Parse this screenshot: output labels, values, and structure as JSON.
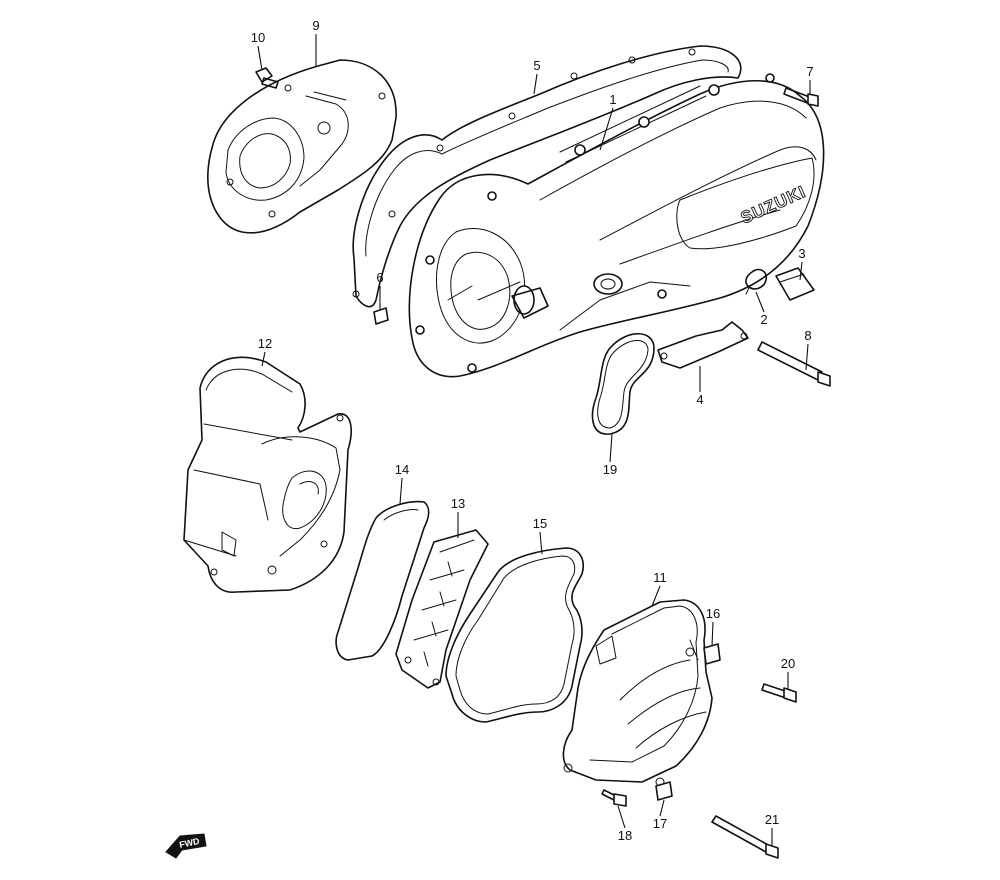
{
  "diagram": {
    "brand_mark": "SUZUKI",
    "direction_marker": "FWD",
    "callouts": [
      {
        "id": "c1",
        "label": "1"
      },
      {
        "id": "c2",
        "label": "2"
      },
      {
        "id": "c3",
        "label": "3"
      },
      {
        "id": "c4",
        "label": "4"
      },
      {
        "id": "c5",
        "label": "5"
      },
      {
        "id": "c6",
        "label": "6"
      },
      {
        "id": "c7",
        "label": "7"
      },
      {
        "id": "c8",
        "label": "8"
      },
      {
        "id": "c9",
        "label": "9"
      },
      {
        "id": "c10",
        "label": "10"
      },
      {
        "id": "c11",
        "label": "11"
      },
      {
        "id": "c12",
        "label": "12"
      },
      {
        "id": "c13",
        "label": "13"
      },
      {
        "id": "c14",
        "label": "14"
      },
      {
        "id": "c15",
        "label": "15"
      },
      {
        "id": "c16",
        "label": "16"
      },
      {
        "id": "c17",
        "label": "17"
      },
      {
        "id": "c18",
        "label": "18"
      },
      {
        "id": "c19",
        "label": "19"
      },
      {
        "id": "c20",
        "label": "20"
      },
      {
        "id": "c21",
        "label": "21"
      }
    ]
  }
}
